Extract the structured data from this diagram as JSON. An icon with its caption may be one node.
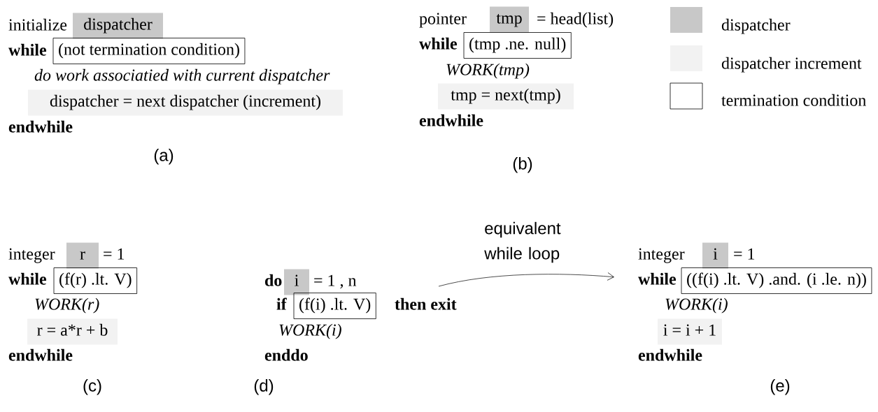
{
  "diagram": {
    "nodes": [
      {
        "text": [
          "dispatcher"
        ]
      },
      {
        "text": [
          "(not termination condition)"
        ]
      },
      {
        "text": [
          "dispatcher = next dispatcher (increment)"
        ]
      },
      {
        "text": [
          "tmp"
        ]
      },
      {
        "text": [
          "(tmp .ne. null)"
        ]
      },
      {
        "text": [
          "tmp = next(tmp)"
        ]
      },
      {
        "text": [
          "r"
        ]
      },
      {
        "text": [
          "(f(r) .lt. V)"
        ]
      },
      {
        "text": [
          "r = a*r + b"
        ]
      },
      {
        "text": [
          "i"
        ]
      },
      {
        "text": [
          "(f(i) .lt. V)"
        ]
      },
      {
        "text": [
          "i"
        ]
      },
      {
        "text": [
          "while"
        ]
      },
      {
        "text": [
          "((f(i) .lt. V) .and. (i .le. n))"
        ]
      },
      {
        "text": [
          "i = i + 1"
        ]
      }
    ],
    "edges": [
      {
        "from": null,
        "to": 12,
        "arrow": "to",
        "label": "equivalent while loop"
      }
    ],
    "labels": [
      "initialize",
      "while",
      "do work associatied with current dispatcher",
      "endwhile",
      "(a)",
      "pointer",
      "= head(list)",
      "while",
      "WORK(tmp)",
      "endwhile",
      "(b)",
      "integer",
      "= 1",
      "while",
      "WORK(r)",
      "endwhile",
      "(c)",
      "do",
      "= 1 , n",
      "if",
      "then exit",
      "WORK(i)",
      "enddo",
      "(d)",
      "integer",
      "= 1",
      "WORK(i)",
      "endwhile",
      "(e)"
    ],
    "legend": [
      {
        "text": "dispatcher",
        "color": "#c8c8c8"
      },
      {
        "text": "dispatcher increment",
        "color": "#f2f2f2"
      },
      {
        "text": "termination condition"
      }
    ]
  }
}
